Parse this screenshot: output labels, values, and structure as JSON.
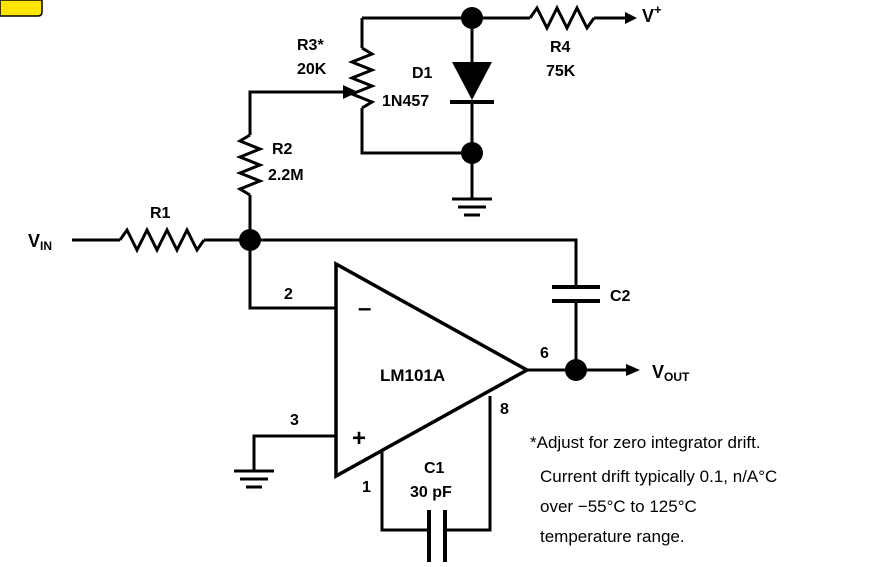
{
  "corner_tag": {
    "color": "#ffe600"
  },
  "labels": {
    "r1": "R1",
    "r2": "R2",
    "r2_value": "2.2M",
    "r3": "R3*",
    "r3_value": "20K",
    "d1": "D1",
    "d1_part": "1N457",
    "r4": "R4",
    "r4_value": "75K",
    "vplus": "V",
    "vplus_sup": "+",
    "vin": "V",
    "vin_sub": "IN",
    "vout": "V",
    "vout_sub": "OUT",
    "c2": "C2",
    "c1": "C1",
    "c1_value": "30 pF",
    "opamp": "LM101A",
    "pin2": "2",
    "pin3": "3",
    "pin6": "6",
    "pin8": "8",
    "pin1": "1",
    "minus": "–",
    "plus": "+"
  },
  "notes": [
    "*Adjust for zero integrator drift.",
    "Current drift typically 0.1, n/A°C",
    "over  −55°C to 125°C",
    "temperature range."
  ]
}
